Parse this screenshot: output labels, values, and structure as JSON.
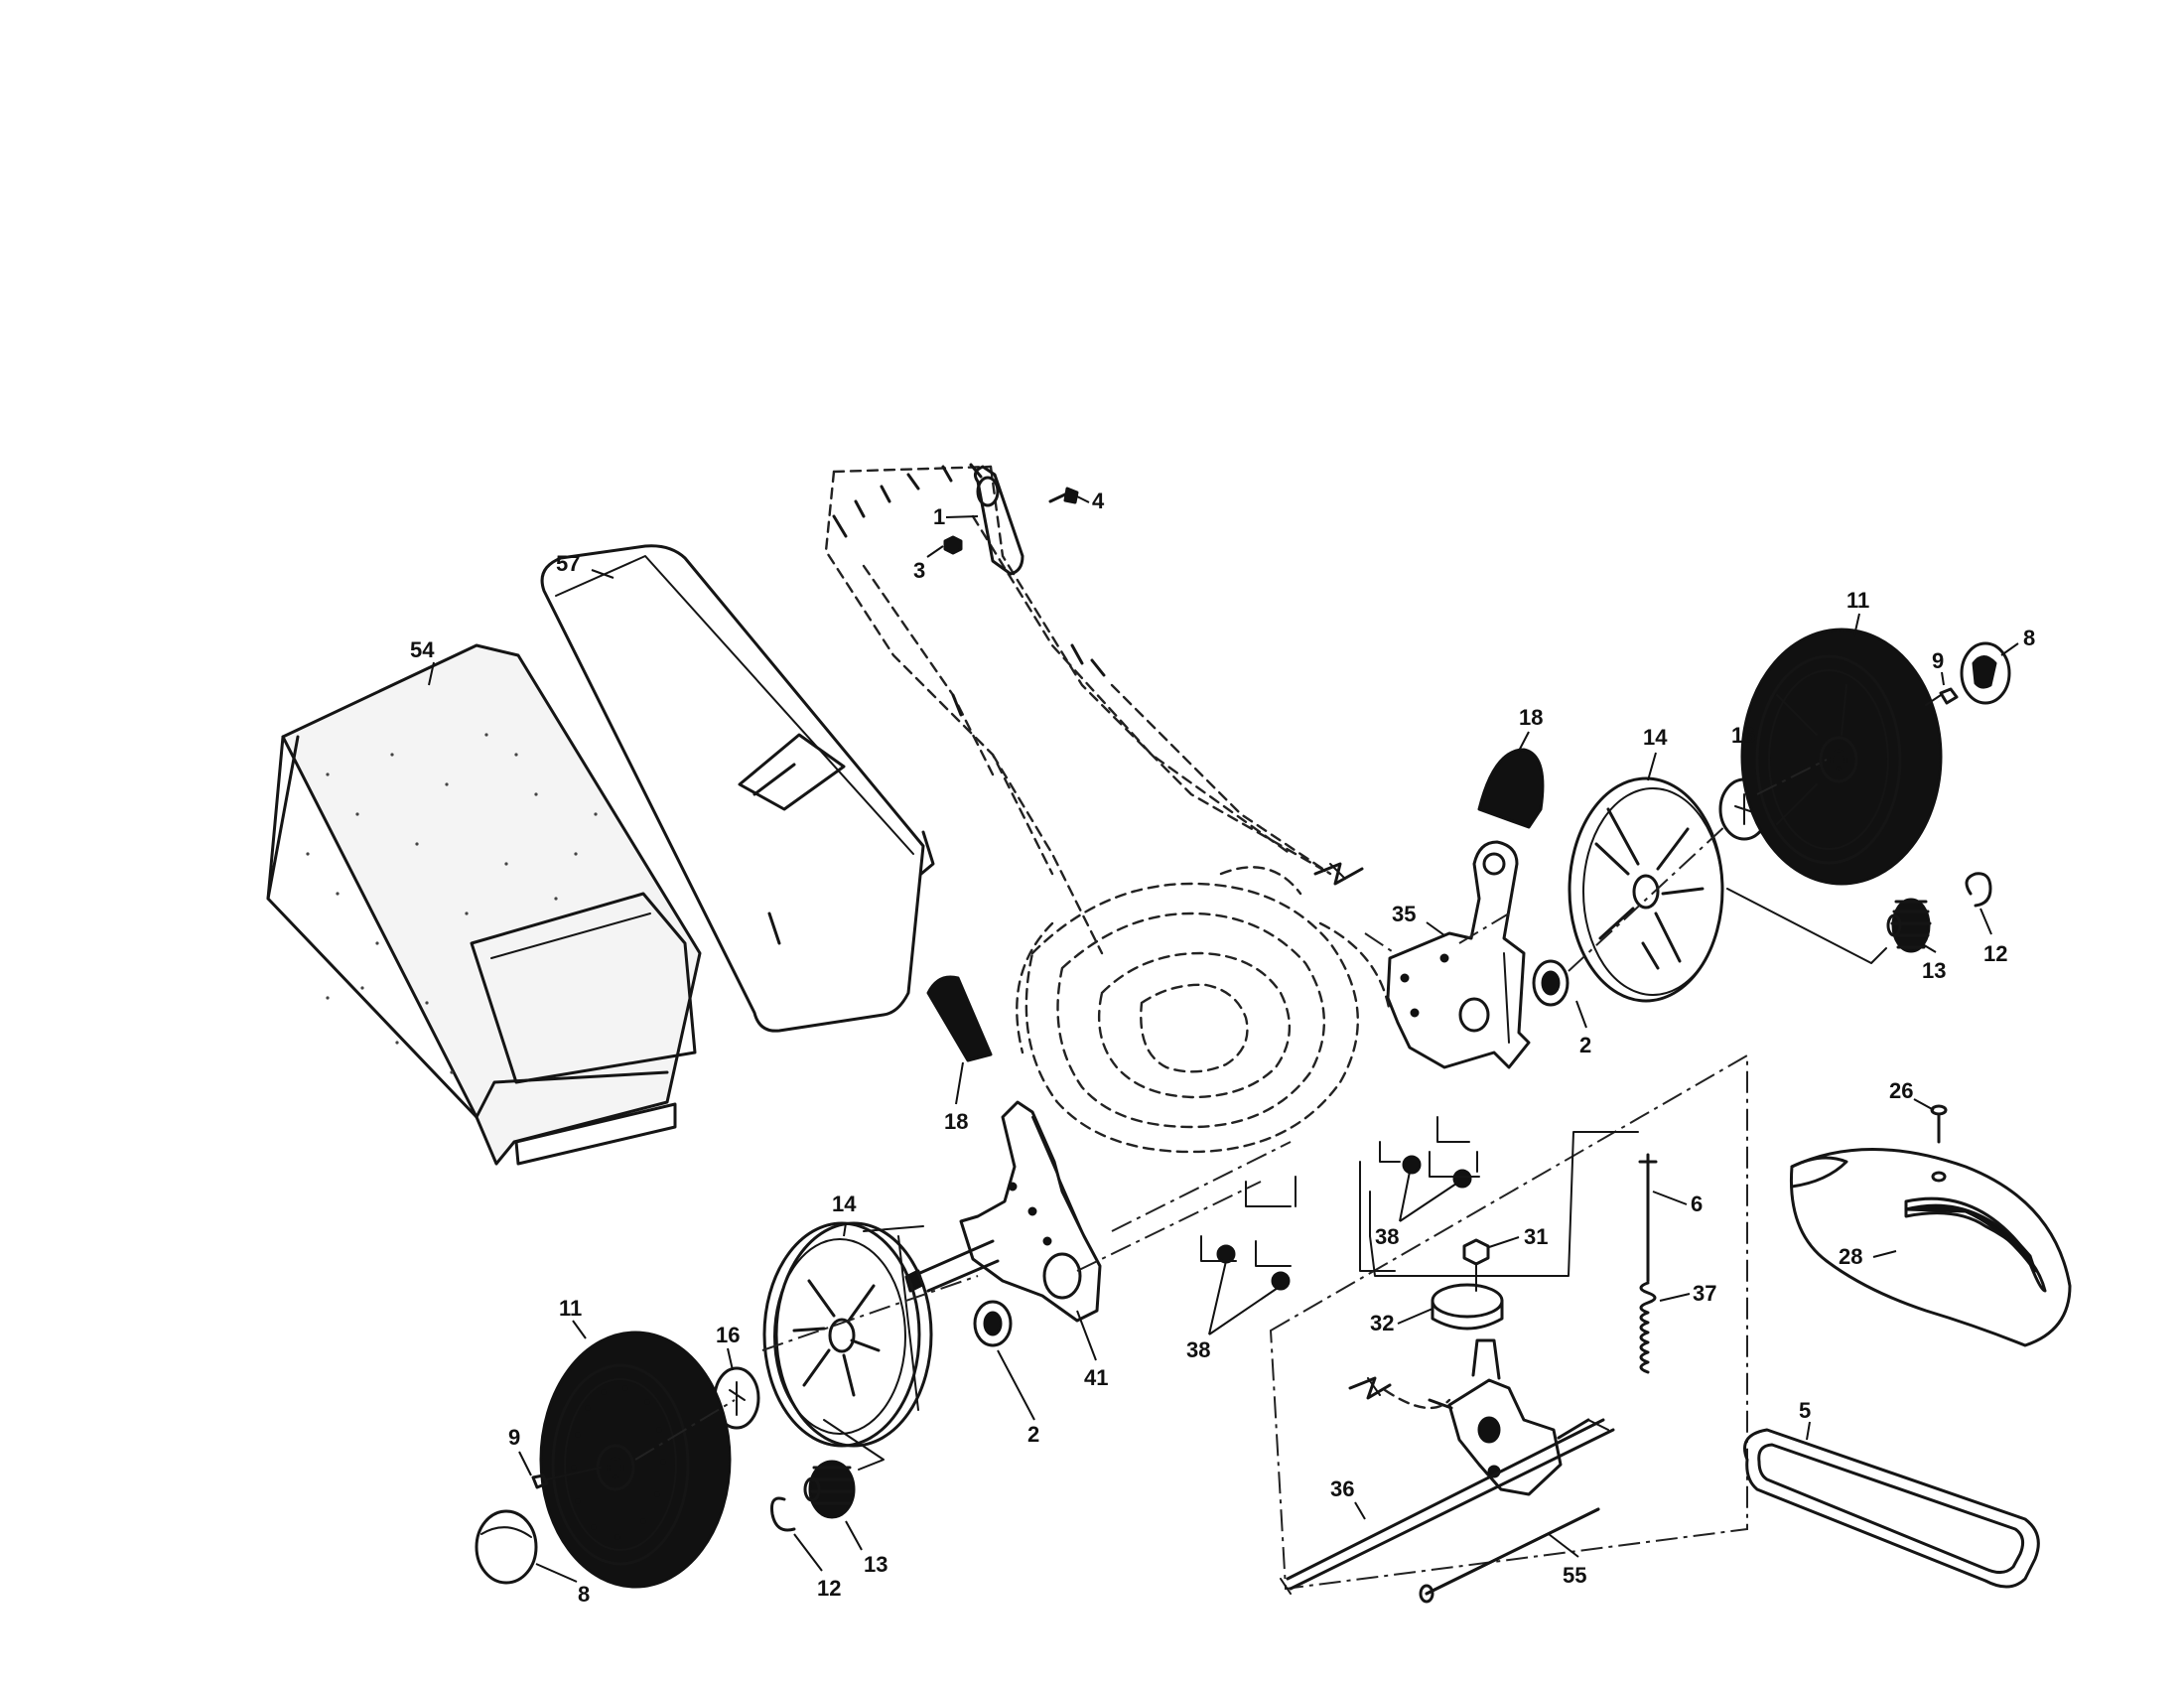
{
  "labels": {
    "bag": "54",
    "bag_frame": "57",
    "handle_lever": "1",
    "handle_nut": "3",
    "handle_bolt": "4",
    "wheel_right": "11",
    "cap_right": "8",
    "screw_right": "9",
    "dust_cover_right": "16",
    "wheel_rim_right": "14",
    "adjuster_cover_right": "18",
    "bracket_right": "35",
    "bearing_right": "2",
    "pinion_right": "13",
    "clip_right": "12",
    "adjuster_cover_left": "18",
    "bracket_left": "41",
    "wheel_rim_left": "14",
    "wheel_left": "11",
    "dust_cover_left": "16",
    "screw_left": "9",
    "cap_left": "8",
    "bearing_left": "2",
    "pinion_left": "13",
    "clip_left": "12",
    "nut_38_a": "38",
    "nut_38_b": "38",
    "pulley_nut": "31",
    "pulley": "32",
    "rod": "6",
    "spring": "37",
    "screw_26": "26",
    "belt_cover": "28",
    "belt": "5",
    "axle_shaft": "36",
    "drive_shaft": "55"
  }
}
